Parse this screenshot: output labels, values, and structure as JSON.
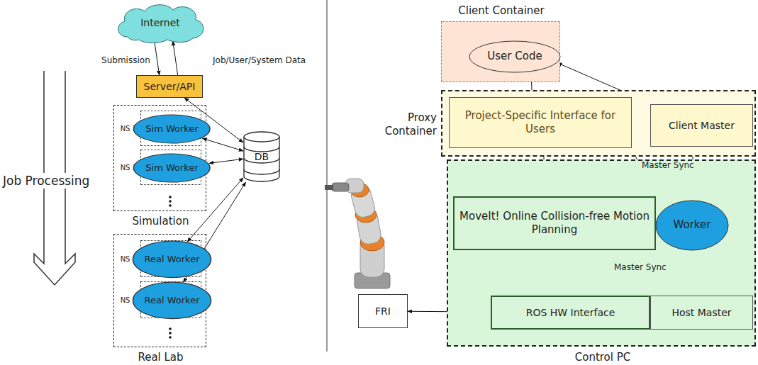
{
  "diagram": {
    "nodes": [
      {
        "text": [
          "Internet"
        ]
      },
      {
        "text": [
          "Server/API"
        ]
      },
      {
        "text": [
          "DB"
        ]
      },
      {
        "text": [
          "Simulation"
        ]
      },
      {
        "text": [
          "NS 1"
        ],
        "in": 3
      },
      {
        "text": [
          "Sim Worker"
        ],
        "in": 4
      },
      {
        "text": [
          "NS 2"
        ],
        "in": 3
      },
      {
        "text": [
          "Sim Worker"
        ],
        "in": 6
      },
      {
        "text": [
          "Real Lab"
        ]
      },
      {
        "text": [
          "NS 1"
        ],
        "in": 8
      },
      {
        "text": [
          "Real Worker"
        ],
        "in": 9
      },
      {
        "text": [
          "NS 2"
        ],
        "in": 8
      },
      {
        "text": [
          "Real Worker"
        ],
        "in": 11
      },
      {
        "text": [
          "Client Container"
        ]
      },
      {
        "text": [
          "User Code"
        ],
        "in": 13
      },
      {
        "text": [
          "Proxy Container"
        ]
      },
      {
        "text": [
          "Project-Specific Interface for Users"
        ],
        "in": 15
      },
      {
        "text": [
          "Client Master"
        ],
        "in": 15
      },
      {
        "text": [
          "Control PC"
        ]
      },
      {
        "text": [
          "MoveIt! Online Collision-free Motion Planning"
        ],
        "in": 18
      },
      {
        "text": [
          "Worker"
        ],
        "in": 18
      },
      {
        "text": [
          "ROS HW Interface"
        ],
        "in": 18
      },
      {
        "text": [
          "Host Master"
        ],
        "in": 18
      },
      {
        "text": [
          "FRI"
        ]
      }
    ],
    "edges": [
      {
        "from": 0,
        "to": 1,
        "arrow": "to",
        "label": "Submission"
      },
      {
        "from": 1,
        "to": 0,
        "arrow": "to",
        "label": "Job/User/System Data"
      },
      {
        "from": 1,
        "to": 2,
        "arrow": "both"
      },
      {
        "from": 5,
        "to": 2,
        "arrow": "both"
      },
      {
        "from": 7,
        "to": 2,
        "arrow": "both"
      },
      {
        "from": 10,
        "to": 2,
        "arrow": "both"
      },
      {
        "from": 12,
        "to": 2,
        "arrow": "both"
      },
      {
        "from": 14,
        "to": 16,
        "arrow": "both"
      },
      {
        "from": 14,
        "to": 17,
        "arrow": "both"
      },
      {
        "from": 16,
        "to": 19,
        "arrow": "both"
      },
      {
        "from": 16,
        "to": 20,
        "arrow": "both"
      },
      {
        "from": 17,
        "to": 20,
        "arrow": "both",
        "label": "Master Sync"
      },
      {
        "from": 20,
        "to": 22,
        "arrow": "both",
        "label": "Master Sync"
      },
      {
        "from": 19,
        "to": 21,
        "arrow": "both"
      },
      {
        "from": 23,
        "to": 21,
        "arrow": "both"
      }
    ],
    "labels": [
      "Job Processing"
    ]
  }
}
